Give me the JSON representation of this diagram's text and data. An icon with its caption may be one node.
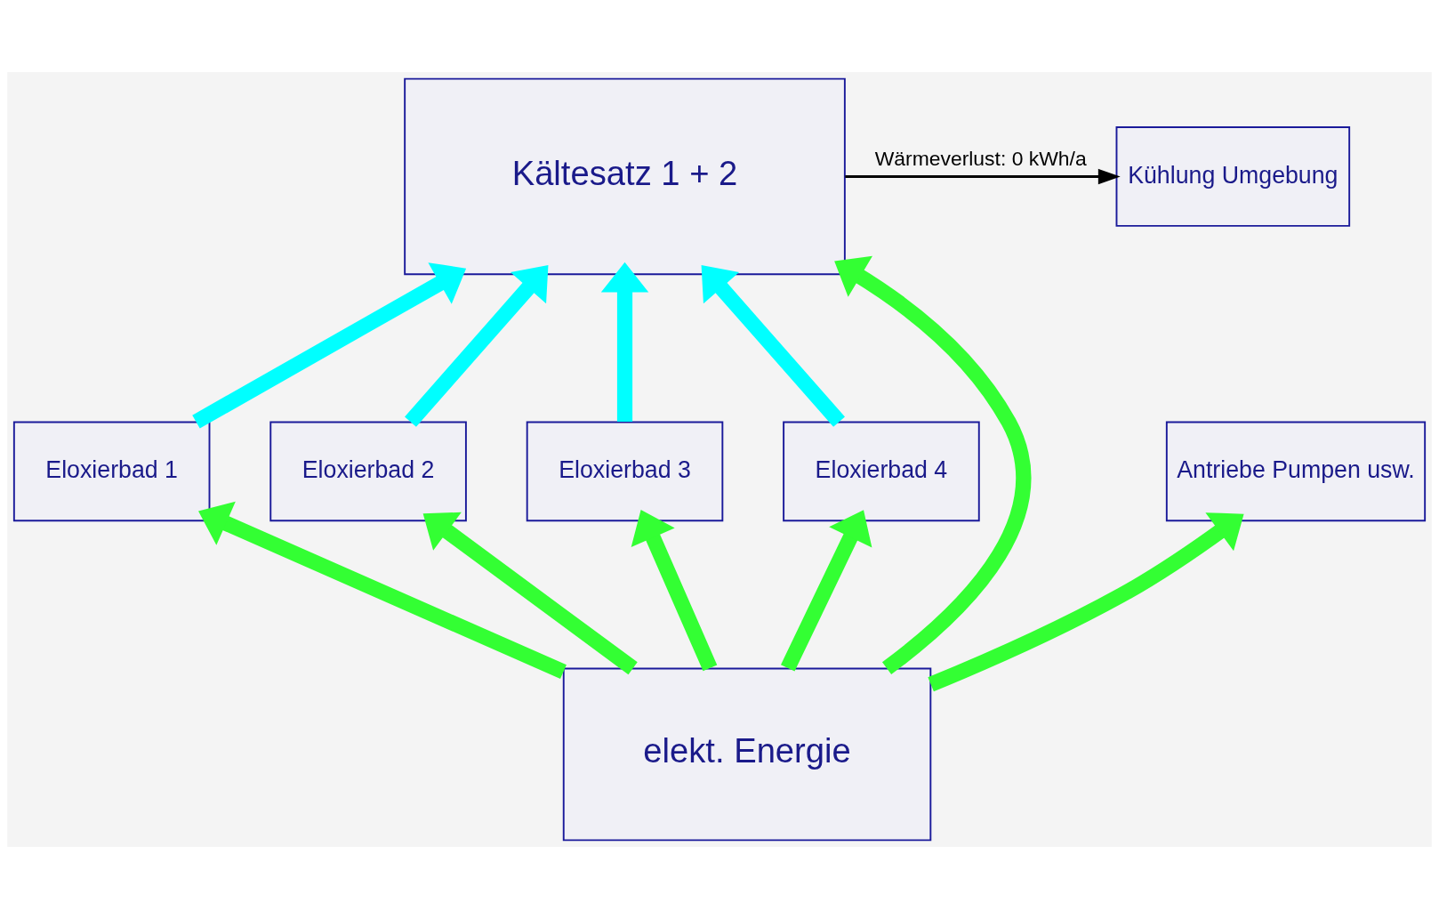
{
  "diagram": {
    "nodes": [
      {
        "text": [
          "Kältesatz 1 + 2"
        ]
      },
      {
        "text": [
          "Kühlung Umgebung"
        ]
      },
      {
        "text": [
          "Eloxierbad 1"
        ]
      },
      {
        "text": [
          "Eloxierbad 2"
        ]
      },
      {
        "text": [
          "Eloxierbad 3"
        ]
      },
      {
        "text": [
          "Eloxierbad 4"
        ]
      },
      {
        "text": [
          "Antriebe Pumpen usw."
        ]
      },
      {
        "text": [
          "elekt. Energie"
        ]
      }
    ],
    "edges": [
      {
        "from": 0,
        "to": 1,
        "arrow": "to",
        "label": "Wärmeverlust: 0 kWh/a",
        "color": "#000000"
      },
      {
        "from": 2,
        "to": 0,
        "arrow": "to",
        "color": "#00ffff"
      },
      {
        "from": 3,
        "to": 0,
        "arrow": "to",
        "color": "#00ffff"
      },
      {
        "from": 4,
        "to": 0,
        "arrow": "to",
        "color": "#00ffff"
      },
      {
        "from": 5,
        "to": 0,
        "arrow": "to",
        "color": "#00ffff"
      },
      {
        "from": 7,
        "to": 2,
        "arrow": "to"
      },
      {
        "from": 7,
        "to": 3,
        "arrow": "to"
      },
      {
        "from": 7,
        "to": 4,
        "arrow": "to"
      },
      {
        "from": 7,
        "to": 0,
        "arrow": "to"
      },
      {
        "from": 7,
        "to": 5,
        "arrow": "to"
      },
      {
        "from": 7,
        "to": 6,
        "arrow": "to"
      }
    ]
  }
}
